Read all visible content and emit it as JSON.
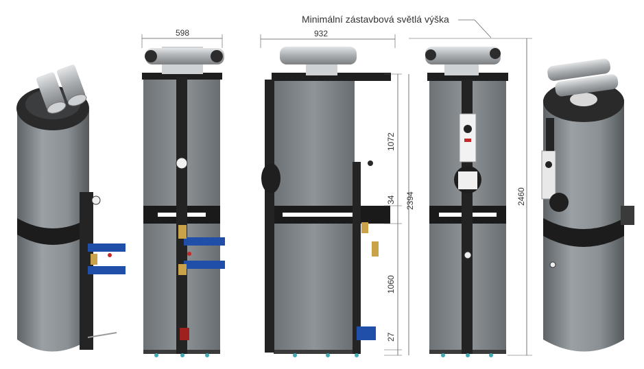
{
  "caption": "Minimální zástavbová světlá výška",
  "dimensions": {
    "width_side": "598",
    "width_front": "932",
    "upper_section": "1072",
    "gap_section": "34",
    "lower_section": "1060",
    "base_gap": "27",
    "total_body": "2394",
    "total_height": "2460"
  },
  "colors": {
    "body": "#8c9296",
    "body_dark": "#5a5f63",
    "band": "#1e1e1e",
    "frame": "#2a2a2a",
    "pipe": "#b9bcbe",
    "valve": "#1f4fa8",
    "brass": "#c9a24a",
    "red": "#c62828",
    "dim_line": "#555555"
  },
  "views": [
    "view-iso-left",
    "view-side",
    "view-front",
    "view-back",
    "view-iso-right"
  ]
}
